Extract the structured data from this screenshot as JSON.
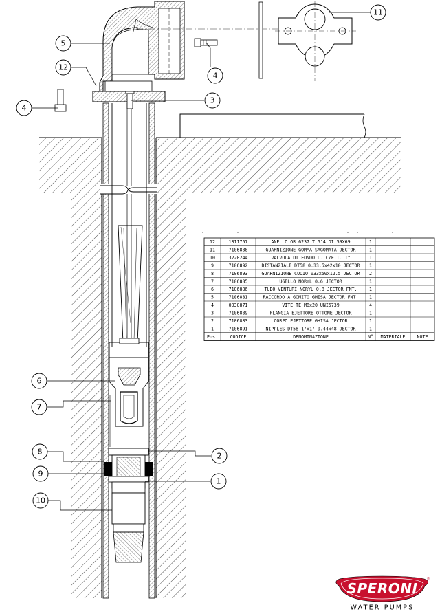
{
  "callouts": [
    "1",
    "2",
    "3",
    "4",
    "4",
    "5",
    "6",
    "7",
    "8",
    "9",
    "10",
    "11",
    "12"
  ],
  "parts_table": {
    "header": [
      "Pos.",
      "CODICE",
      "DENOMINAZIONE",
      "N°",
      "MATERIALE",
      "NOTE"
    ],
    "rows": [
      [
        "12",
        "1311757",
        "ANELLO OR 6237 T 5J4 DI 59X69",
        "1",
        "",
        ""
      ],
      [
        "11",
        "7106888",
        "GUARNIZIONE GOMMA SAGOMATA JECTOR",
        "1",
        "",
        ""
      ],
      [
        "10",
        "3220244",
        "VALVOLA DI FONDO L. C/F.I. 1\"",
        "1",
        "",
        ""
      ],
      [
        "9",
        "7106892",
        "DISTANZIALE DT58 0.33,5x42x10 JECTOR",
        "1",
        "",
        ""
      ],
      [
        "8",
        "7106893",
        "GUARNIZIONE CUOIO 033x50x12.5 JECTOR",
        "2",
        "",
        ""
      ],
      [
        "7",
        "7106885",
        "UGELLO NORYL 0.6 JECTOR",
        "1",
        "",
        ""
      ],
      [
        "6",
        "7106886",
        "TUBO VENTURI NORYL 0.8 JECTOR FNT.",
        "1",
        "",
        ""
      ],
      [
        "5",
        "7106881",
        "RACCORDO A GOMITO GHISA JECTOR FNT.",
        "1",
        "",
        ""
      ],
      [
        "4",
        "0030871",
        "VITE TE M8x20 UNI5739",
        "4",
        "",
        ""
      ],
      [
        "3",
        "7106889",
        "FLANGIA EJETTORE OTTONE JECTOR",
        "1",
        "",
        ""
      ],
      [
        "2",
        "7106883",
        "CORPO EJETTORE GHISA JECTOR",
        "1",
        "",
        ""
      ],
      [
        "1",
        "7106891",
        "NIPPLES DT58 1\"x1\" 0.44x48 JECTOR",
        "1",
        "",
        ""
      ]
    ]
  },
  "brand": {
    "name": "SPERONI",
    "registered": "®",
    "tagline": "WATER PUMPS",
    "color": "#c8102e"
  },
  "colors": {
    "line": "#000000",
    "paper": "#ffffff"
  }
}
